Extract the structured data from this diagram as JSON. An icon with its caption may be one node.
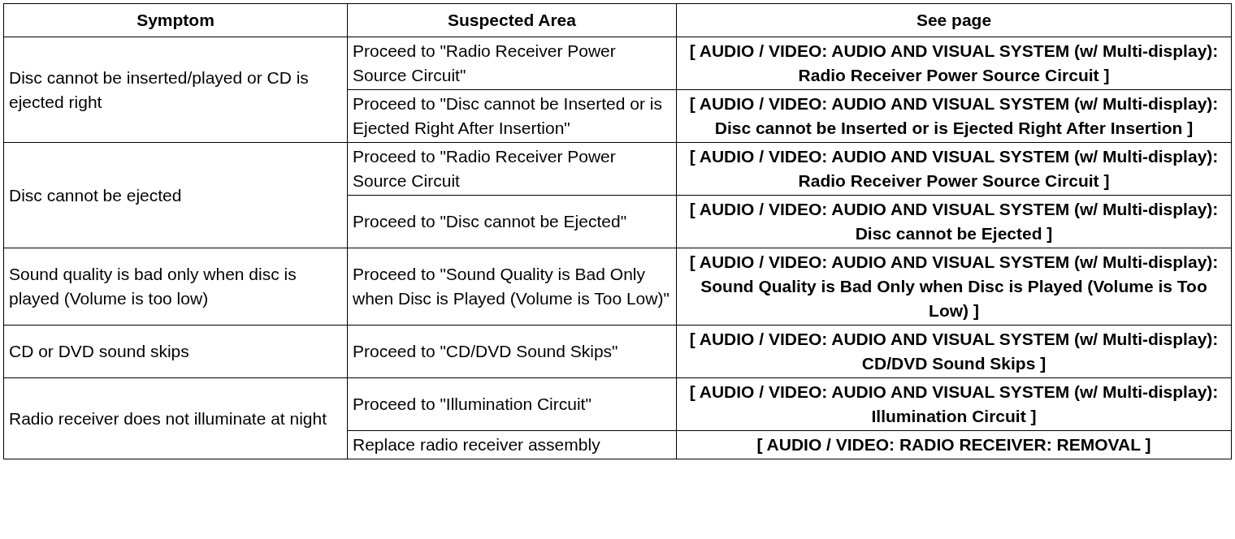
{
  "diagram": {
    "labels": [
      "Symptom",
      "Suspected Area",
      "See page",
      "Disc cannot be inserted/played or CD is ejected right",
      "Proceed to \"Radio Receiver Power Source Circuit\"",
      "[ AUDIO / VIDEO: AUDIO AND VISUAL SYSTEM (w/ Multi-display): Radio Receiver Power Source Circuit ]",
      "Proceed to \"Disc cannot be Inserted or is Ejected Right After Insertion\"",
      "[ AUDIO / VIDEO: AUDIO AND VISUAL SYSTEM (w/ Multi-display): Disc cannot be Inserted or is Ejected Right After Insertion ]",
      "Disc cannot be ejected",
      "Proceed to \"Radio Receiver Power Source Circuit",
      "[ AUDIO / VIDEO: AUDIO AND VISUAL SYSTEM (w/ Multi-display): Radio Receiver Power Source Circuit ]",
      "Proceed to \"Disc cannot be Ejected\"",
      "[ AUDIO / VIDEO: AUDIO AND VISUAL SYSTEM (w/ Multi-display): Disc cannot be Ejected ]",
      "Sound quality is bad only when disc is played (Volume is too low)",
      "Proceed to \"Sound Quality is Bad Only when Disc is Played (Volume is Too Low)\"",
      "[ AUDIO / VIDEO: AUDIO AND VISUAL SYSTEM (w/ Multi-display): Sound Quality is Bad Only when Disc is Played (Volume is Too Low) ]",
      "CD or DVD sound skips",
      "Proceed to \"CD/DVD Sound Skips\"",
      "[ AUDIO / VIDEO: AUDIO AND VISUAL SYSTEM (w/ Multi-display): CD/DVD Sound Skips ]",
      "Radio receiver does not illuminate at night",
      "Proceed to \"Illumination Circuit\"",
      "[ AUDIO / VIDEO: AUDIO AND VISUAL SYSTEM (w/ Multi-display): Illumination Circuit ]",
      "Replace radio receiver assembly",
      "[ AUDIO / VIDEO: RADIO RECEIVER: REMOVAL ]"
    ]
  }
}
